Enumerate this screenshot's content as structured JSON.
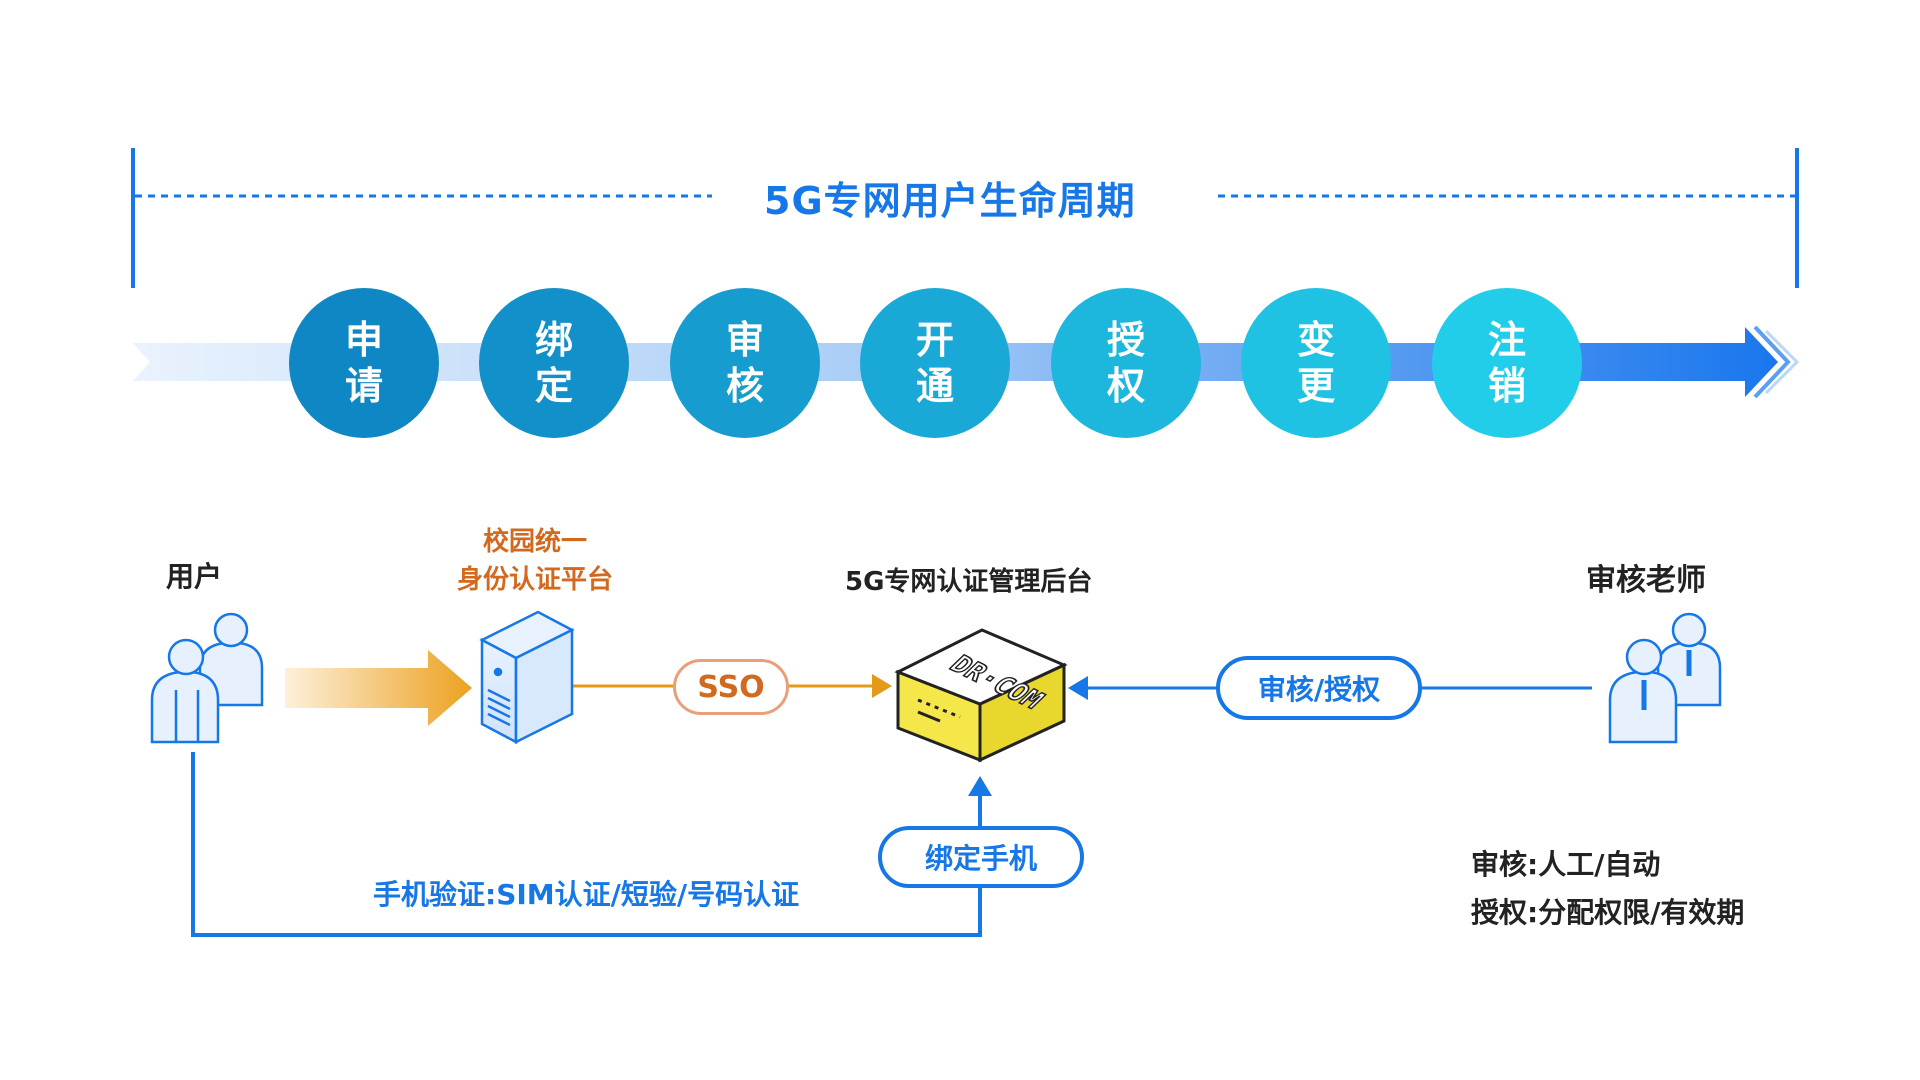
{
  "title": "5G专网用户生命周期",
  "stages": [
    {
      "line1": "申",
      "line2": "请",
      "color": "#0f87c4"
    },
    {
      "line1": "绑",
      "line2": "定",
      "color": "#1290c9"
    },
    {
      "line1": "审",
      "line2": "核",
      "color": "#169ccf"
    },
    {
      "line1": "开",
      "line2": "通",
      "color": "#1aa8d6"
    },
    {
      "line1": "授",
      "line2": "权",
      "color": "#1db6dd"
    },
    {
      "line1": "变",
      "line2": "更",
      "color": "#20c2e4"
    },
    {
      "line1": "注",
      "line2": "销",
      "color": "#22cdea"
    }
  ],
  "nodes": {
    "user_label": "用户",
    "platform_line1": "校园统一",
    "platform_line2": "身份认证平台",
    "backend_label": "5G专网认证管理后台",
    "teacher_label": "审核老师",
    "device_logo": "DR·COM"
  },
  "edges": {
    "sso": "SSO",
    "review_auth": "审核/授权",
    "bind_phone": "绑定手机",
    "phone_verify": "手机验证:SIM认证/短验/号码认证"
  },
  "notes": {
    "line1": "审核:人工/自动",
    "line2": "授权:分配权限/有效期"
  },
  "colors": {
    "blue": "#1677e6",
    "orange": "#e39a18",
    "orange_text": "#d2691e"
  }
}
